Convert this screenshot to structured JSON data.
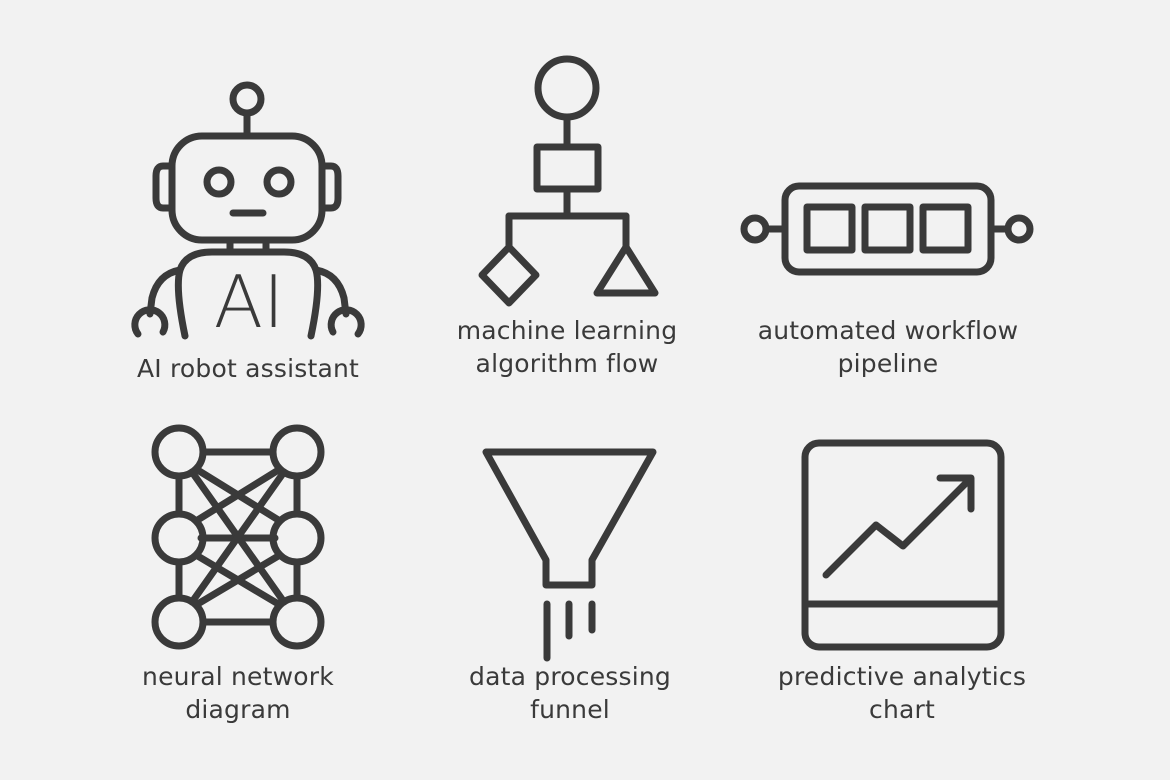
{
  "background_color": "#f2f2f2",
  "stroke_color": "#3a3a3a",
  "icons": [
    {
      "icon": "robot-icon",
      "badge_text": "AI",
      "label_lines": [
        "AI robot assistant"
      ]
    },
    {
      "icon": "flowchart-icon",
      "label_lines": [
        "machine learning",
        "algorithm flow"
      ]
    },
    {
      "icon": "pipeline-icon",
      "label_lines": [
        "automated workflow",
        "pipeline"
      ]
    },
    {
      "icon": "neural-network-icon",
      "label_lines": [
        "neural network",
        "diagram"
      ]
    },
    {
      "icon": "funnel-icon",
      "label_lines": [
        "data processing",
        "funnel"
      ]
    },
    {
      "icon": "chart-icon",
      "label_lines": [
        "predictive analytics",
        "chart"
      ]
    }
  ]
}
